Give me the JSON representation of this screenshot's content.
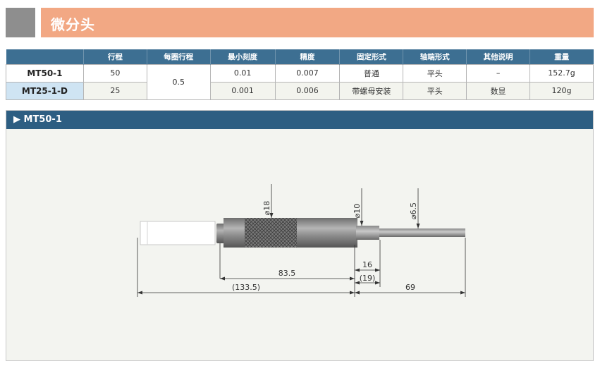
{
  "title": "微分头",
  "table": {
    "headers": [
      "",
      "行程",
      "每圈行程",
      "最小刻度",
      "精度",
      "固定形式",
      "轴端形式",
      "其他说明",
      "重量"
    ],
    "rows": [
      {
        "model": "MT50-1",
        "stroke": "50",
        "feed": "0.5",
        "min_scale": "0.01",
        "accuracy": "0.007",
        "mount": "普通",
        "spindle_end": "平头",
        "note": "–",
        "weight": "152.7g"
      },
      {
        "model": "MT25-1-D",
        "stroke": "25",
        "min_scale": "0.001",
        "accuracy": "0.006",
        "mount": "带螺母安装",
        "spindle_end": "平头",
        "note": "数显",
        "weight": "120g"
      }
    ]
  },
  "panel": {
    "title": "MT50-1",
    "dimensions": {
      "d18": "⌀18",
      "d10": "⌀10",
      "d65": "⌀6.5",
      "len16": "16",
      "len19": "(19)",
      "len835": "83.5",
      "len1335": "(133.5)",
      "len69": "69"
    }
  },
  "colors": {
    "title_band": "#f2a884",
    "header_blue": "#3d6f92",
    "panel_head": "#2d5e82"
  }
}
